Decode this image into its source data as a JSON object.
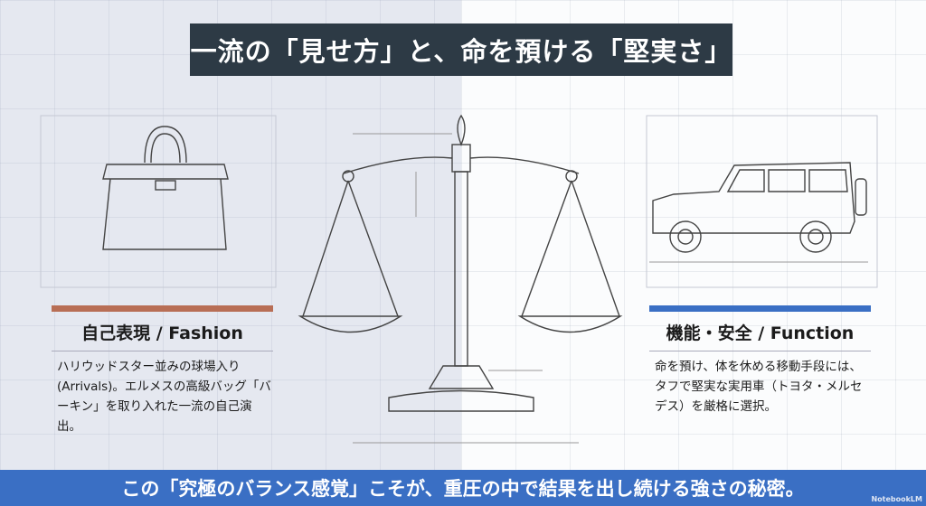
{
  "title": "一流の「見せ方」と、命を預ける「堅実さ」",
  "colors": {
    "fashion_accent": "#b86e55",
    "function_accent": "#3a6fc4",
    "title_bg": "#2d3a45",
    "banner_bg": "#3a6fc4"
  },
  "left": {
    "heading": "自己表現 / Fashion",
    "body": "ハリウッドスター並みの球場入り(Arrivals)。エルメスの高級バッグ「バーキン」を取り入れた一流の自己演出。",
    "icon": "handbag-icon"
  },
  "center": {
    "icon": "balance-scale-icon"
  },
  "right": {
    "heading": "機能・安全 / Function",
    "body": "命を預け、体を休める移動手段には、タフで堅実な実用車（トヨタ・メルセデス）を厳格に選択。",
    "icon": "suv-car-icon"
  },
  "banner": "この「究極のバランス感覚」こそが、重圧の中で結果を出し続ける強さの秘密。",
  "watermark": "NotebookLM"
}
